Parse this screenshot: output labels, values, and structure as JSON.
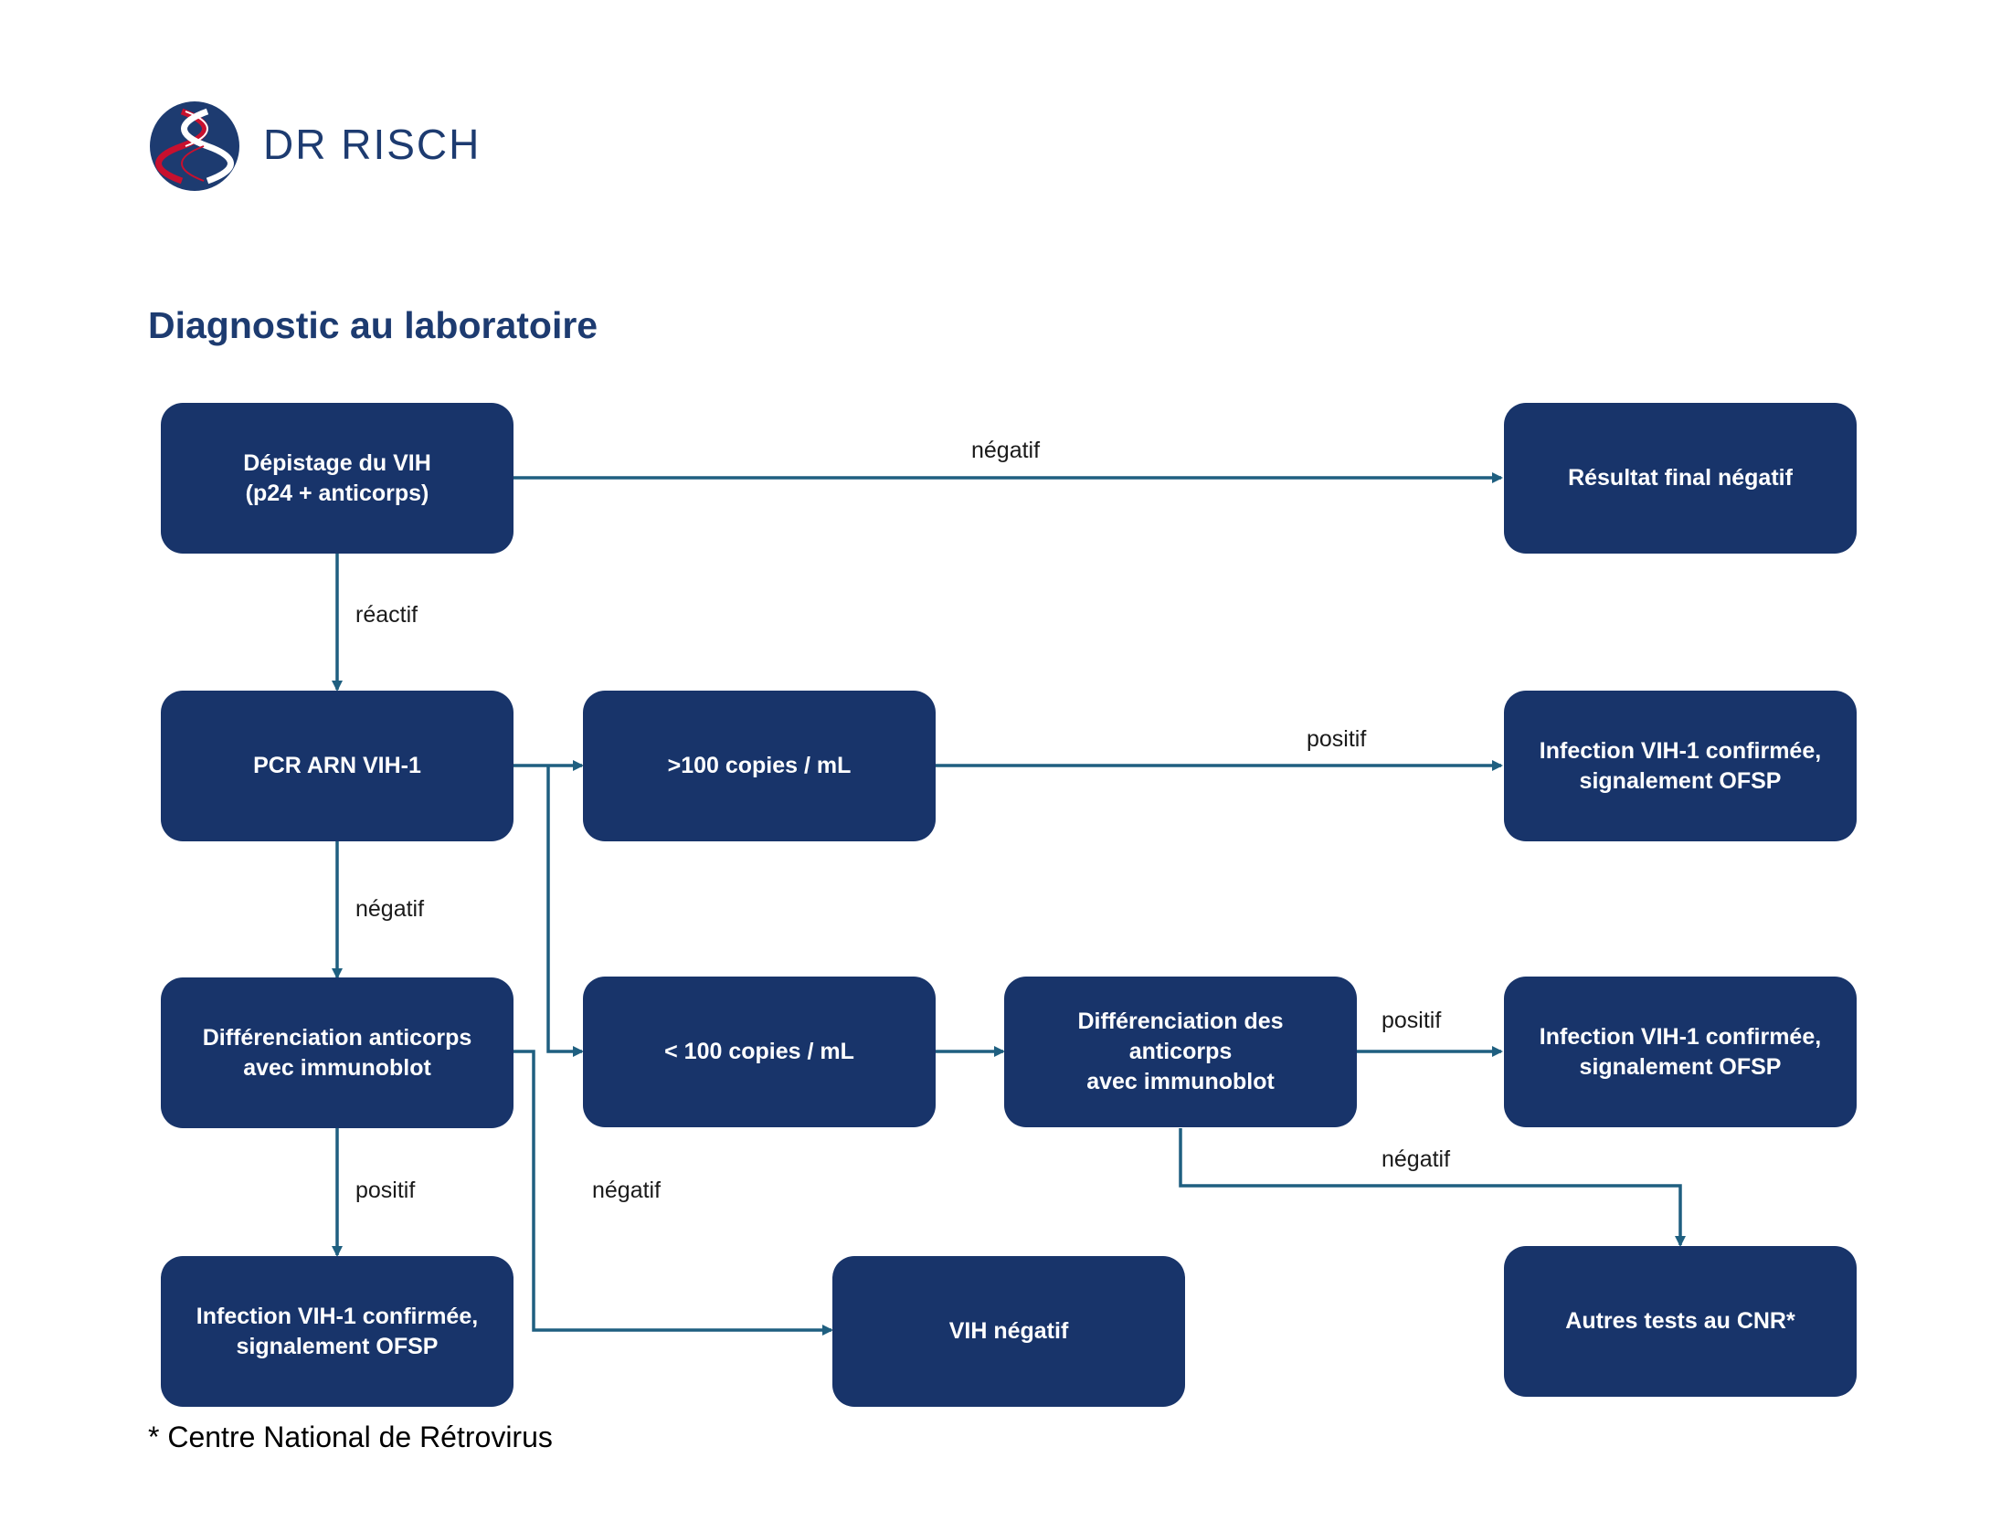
{
  "logo": {
    "text": "DR RISCH"
  },
  "title": "Diagnostic au laboratoire",
  "colors": {
    "box": "#18346a",
    "connector": "#1f5f80",
    "title": "#1d3b70",
    "logo_red": "#c8102e"
  },
  "boxes": {
    "screening": "Dépistage du VIH\n(p24 + anticorps)",
    "final_negative": "Résultat final négatif",
    "pcr": "PCR ARN VIH-1",
    "above_100": ">100 copies / mL",
    "confirmed_top": "Infection VIH-1 confirmée,\nsignalement OFSP",
    "antibody_diff": "Différenciation anticorps\navec immunoblot",
    "below_100": "< 100 copies / mL",
    "antibody_diff2": "Différenciation des\nanticorps\navec immunoblot",
    "confirmed_mid": "Infection VIH-1 confirmée,\nsignalement OFSP",
    "confirmed_bottom": "Infection VIH-1 confirmée,\nsignalement OFSP",
    "hiv_negative": "VIH négatif",
    "other_tests": "Autres tests au CNR*"
  },
  "edge_labels": {
    "screening_negative": "négatif",
    "screening_reactive": "réactif",
    "above_positive": "positif",
    "pcr_negative": "négatif",
    "diff2_positive": "positif",
    "diff_positive": "positif",
    "diff_negative": "négatif",
    "diff2_negative": "négatif"
  },
  "footnote": "* Centre National de Rétrovirus"
}
